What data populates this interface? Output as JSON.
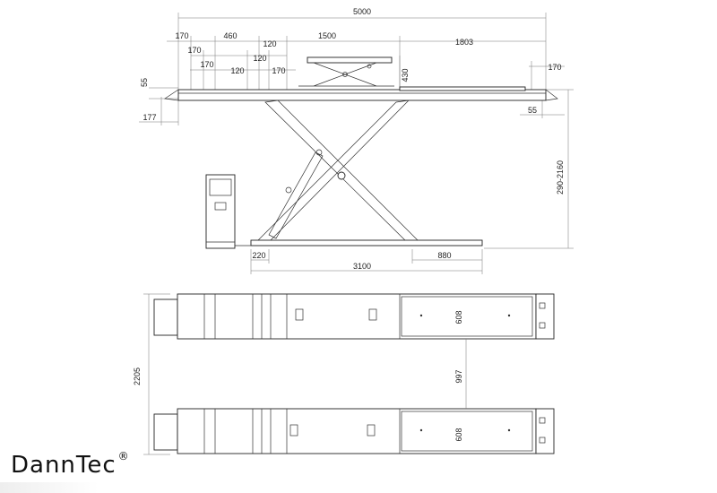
{
  "brand": {
    "name": "DannTec",
    "mark": "®"
  },
  "side_view": {
    "dims": {
      "total_length": "5000",
      "d170a": "170",
      "d460": "460",
      "d120a": "120",
      "d1500": "1500",
      "d1803": "1803",
      "d170b": "170",
      "d170c": "170",
      "d120b": "120",
      "d120c": "120",
      "d170d": "170",
      "d430": "430",
      "d170e": "170",
      "d55a": "55",
      "d177": "177",
      "d55b": "55",
      "height_range": "290-2160",
      "d220": "220",
      "d880": "880",
      "d3100": "3100"
    }
  },
  "top_view": {
    "dims": {
      "d2205": "2205",
      "d608a": "608",
      "d997": "997",
      "d608b": "608"
    }
  }
}
